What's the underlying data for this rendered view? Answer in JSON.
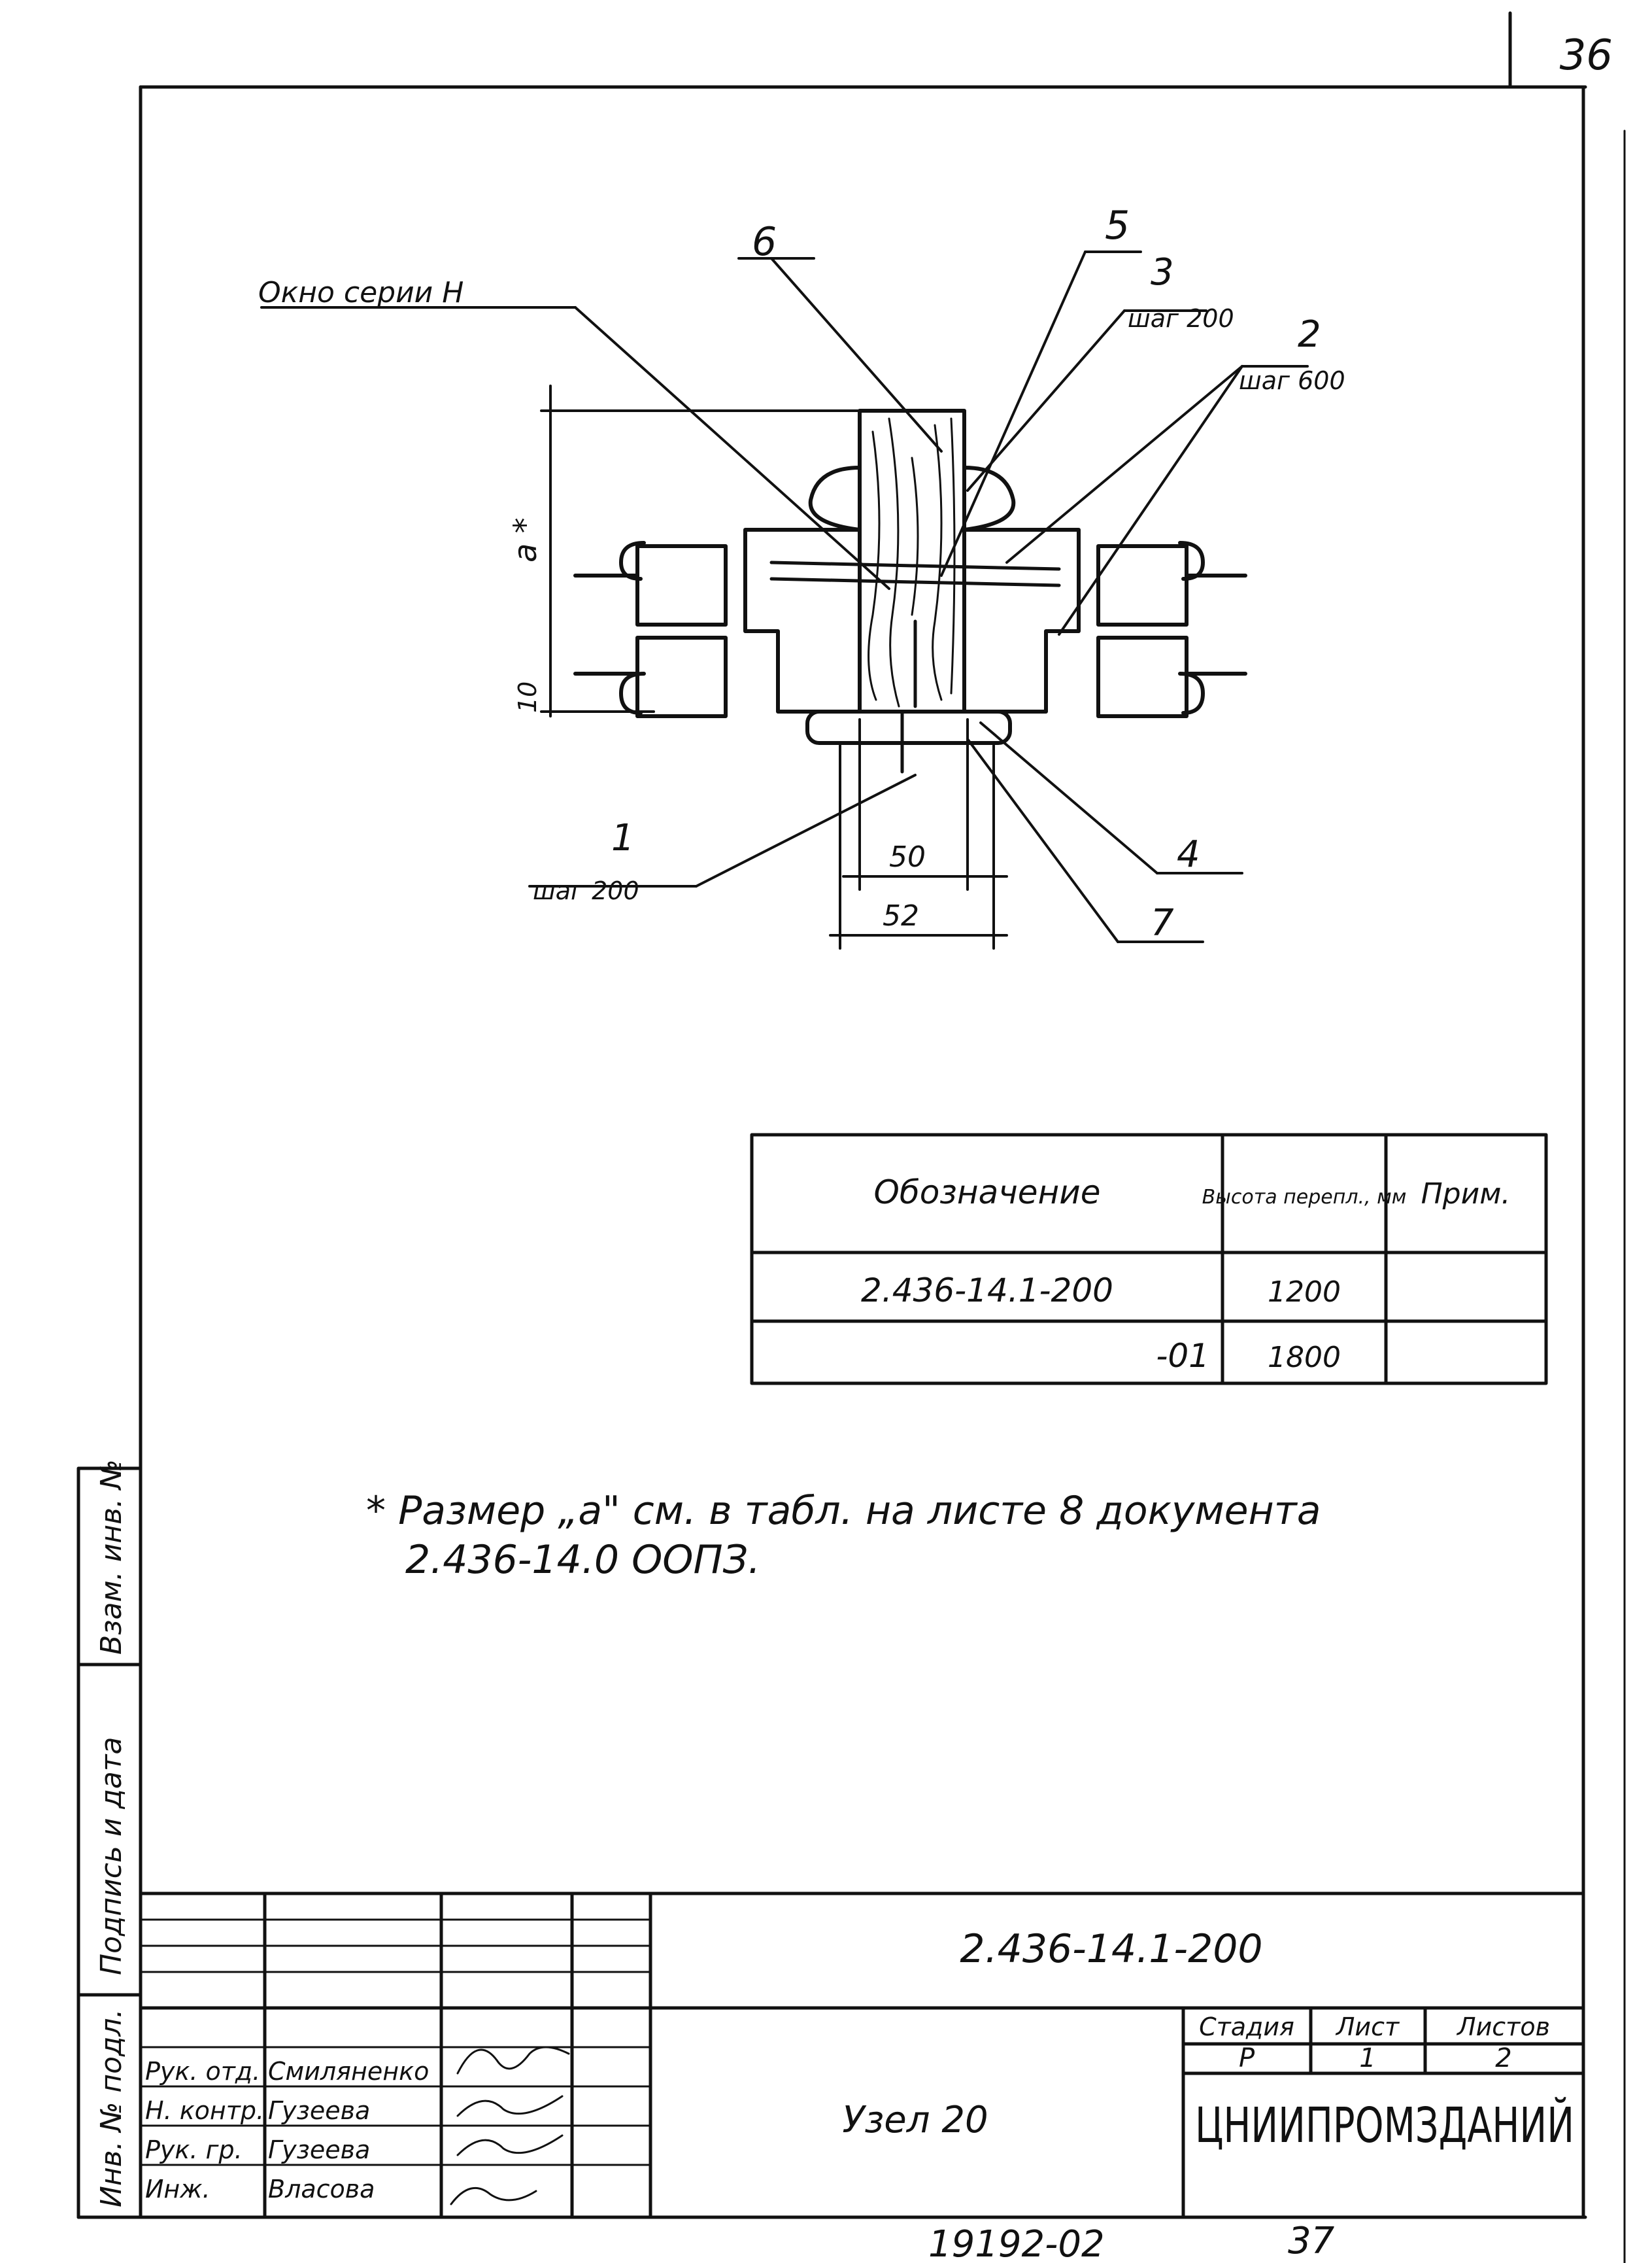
{
  "page_number": "36",
  "drawing": {
    "label_window": "Окно серии Н",
    "callouts": {
      "c1": "1",
      "c1_step": "шаг 200",
      "c2": "2",
      "c2_step": "шаг 600",
      "c3": "3",
      "c3_step": "шаг 200",
      "c4": "4",
      "c5": "5",
      "c6": "6",
      "c7": "7"
    },
    "dims": {
      "a": "a *",
      "d10": "10",
      "d50": "50",
      "d52": "52"
    }
  },
  "spec_table": {
    "headers": {
      "designation": "Обозначение",
      "height": "Высота перепл., мм",
      "note": "Прим."
    },
    "rows": [
      {
        "designation": "2.436-14.1-200",
        "height": "1200",
        "note": ""
      },
      {
        "designation": "-01",
        "height": "1800",
        "note": ""
      }
    ]
  },
  "footnote": {
    "line1": "* Размер „а\" см. в табл. на листе 8 документа",
    "line2": "2.436-14.0 ООПЗ."
  },
  "side_stamp": {
    "inv_orig": "Инв. № подл.",
    "sign_date": "Подпись и дата",
    "inv_repl": "Взам. инв. №"
  },
  "title_block": {
    "doc_code": "2.436-14.1-200",
    "title": "Узел 20",
    "stage_header": "Стадия",
    "sheet_header": "Лист",
    "sheets_header": "Листов",
    "stage": "Р",
    "sheet": "1",
    "sheets": "2",
    "org": "ЦНИИПРОМЗДАНИЙ",
    "roles": [
      {
        "role": "Рук. отд.",
        "name": "Смиляненко"
      },
      {
        "role": "Н. контр.",
        "name": "Гузеева"
      },
      {
        "role": "Рук. гр.",
        "name": "Гузеева"
      },
      {
        "role": "Инж.",
        "name": "Власова"
      }
    ]
  },
  "bottom": {
    "archive_no": "19192-02",
    "page_total": "37"
  }
}
